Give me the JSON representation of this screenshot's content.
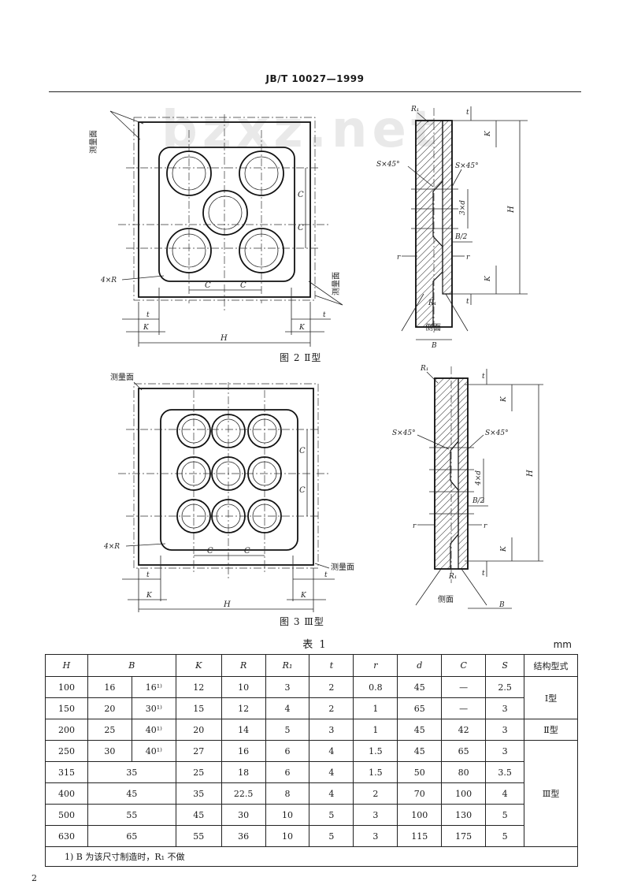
{
  "header": {
    "standard_no": "JB/T 10027—1999"
  },
  "watermark": "bzxz.net",
  "figure2": {
    "caption": "图 2   Ⅱ型",
    "labels": {
      "measure_face": "测量面",
      "four_r": "4×R",
      "c": "C",
      "h": "H",
      "k": "K",
      "t": "t",
      "r1": "R₁",
      "s45": "S×45°",
      "s45_right": "S×45°",
      "three_d": "3×d",
      "b_half": "B/2",
      "r": "r",
      "side_face": "侧面",
      "b": "B"
    }
  },
  "figure3": {
    "caption": "图 3   Ⅲ型",
    "labels": {
      "measure_face": "测量面",
      "four_r": "4×R",
      "c": "C",
      "h": "H",
      "k": "K",
      "t": "t",
      "r1": "R₁",
      "s45": "S×45°",
      "s45_right": "S×45°",
      "four_d": "4×d",
      "b_half": "B/2",
      "r": "r",
      "side_face": "侧面",
      "b": "B"
    }
  },
  "table": {
    "title": "表 1",
    "unit": "mm",
    "headers": [
      "H",
      "B",
      "K",
      "R",
      "R₁",
      "t",
      "r",
      "d",
      "C",
      "S",
      "结构型式"
    ],
    "rows": [
      [
        "100",
        "16",
        "16¹⁾",
        "12",
        "10",
        "3",
        "2",
        "0.8",
        "45",
        "—",
        "2.5"
      ],
      [
        "150",
        "20",
        "30¹⁾",
        "15",
        "12",
        "4",
        "2",
        "1",
        "65",
        "—",
        "3"
      ],
      [
        "200",
        "25",
        "40¹⁾",
        "20",
        "14",
        "5",
        "3",
        "1",
        "45",
        "42",
        "3"
      ],
      [
        "250",
        "30",
        "40¹⁾",
        "27",
        "16",
        "6",
        "4",
        "1.5",
        "45",
        "65",
        "3"
      ],
      [
        "315",
        "35",
        "",
        "25",
        "18",
        "6",
        "4",
        "1.5",
        "50",
        "80",
        "3.5"
      ],
      [
        "400",
        "45",
        "",
        "35",
        "22.5",
        "8",
        "4",
        "2",
        "70",
        "100",
        "4"
      ],
      [
        "500",
        "55",
        "",
        "45",
        "30",
        "10",
        "5",
        "3",
        "100",
        "130",
        "5"
      ],
      [
        "630",
        "65",
        "",
        "55",
        "36",
        "10",
        "5",
        "3",
        "115",
        "175",
        "5"
      ]
    ],
    "types": [
      "Ⅰ型",
      "Ⅱ型",
      "Ⅲ型"
    ],
    "footnote": "1) B  为该尺寸制造时，R₁ 不做"
  },
  "page_number": "2"
}
